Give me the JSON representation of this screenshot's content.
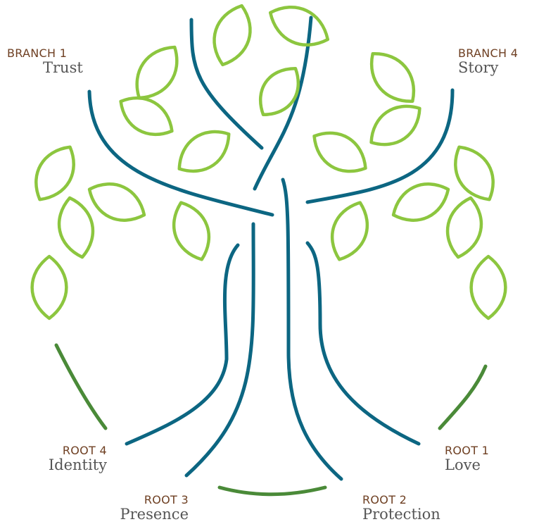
{
  "colors": {
    "leaf": "#8cc63f",
    "trunk": "#0c6682",
    "ground": "#4a8a38",
    "kicker_text": "#6e3f22",
    "name_text": "#555555"
  },
  "labels": {
    "branch1": {
      "kicker": "BRANCH 1",
      "name": "Trust"
    },
    "branch4": {
      "kicker": "BRANCH 4",
      "name": "Story"
    },
    "root4": {
      "kicker": "ROOT 4",
      "name": "Identity"
    },
    "root3": {
      "kicker": "ROOT 3",
      "name": "Presence"
    },
    "root2": {
      "kicker": "ROOT 2",
      "name": "Protection"
    },
    "root1": {
      "kicker": "ROOT 1",
      "name": "Love"
    }
  }
}
